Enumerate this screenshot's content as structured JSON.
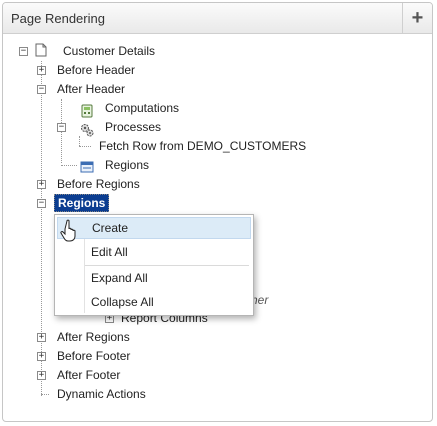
{
  "panel": {
    "title": "Page Rendering",
    "add_button_icon": "plus-icon"
  },
  "tree": {
    "root": "Customer Details",
    "before_header": "Before Header",
    "after_header": "After Header",
    "computations": "Computations",
    "processes": "Processes",
    "fetch_row": "Fetch Row from DEMO_CUSTOMERS",
    "regions_child": "Regions",
    "before_regions": "Before Regions",
    "regions_selected": "Regions",
    "hidden_partial": "ner",
    "report_columns": "Report Columns",
    "after_regions": "After Regions",
    "before_footer": "Before Footer",
    "after_footer": "After Footer",
    "dynamic_actions": "Dynamic Actions"
  },
  "context_menu": {
    "items": [
      {
        "label": "Create"
      },
      {
        "label": "Edit All"
      },
      {
        "label": "Expand All"
      },
      {
        "label": "Collapse All"
      }
    ]
  },
  "colors": {
    "selection": "#0b3d91",
    "menu_hover": "#dcebf7"
  }
}
